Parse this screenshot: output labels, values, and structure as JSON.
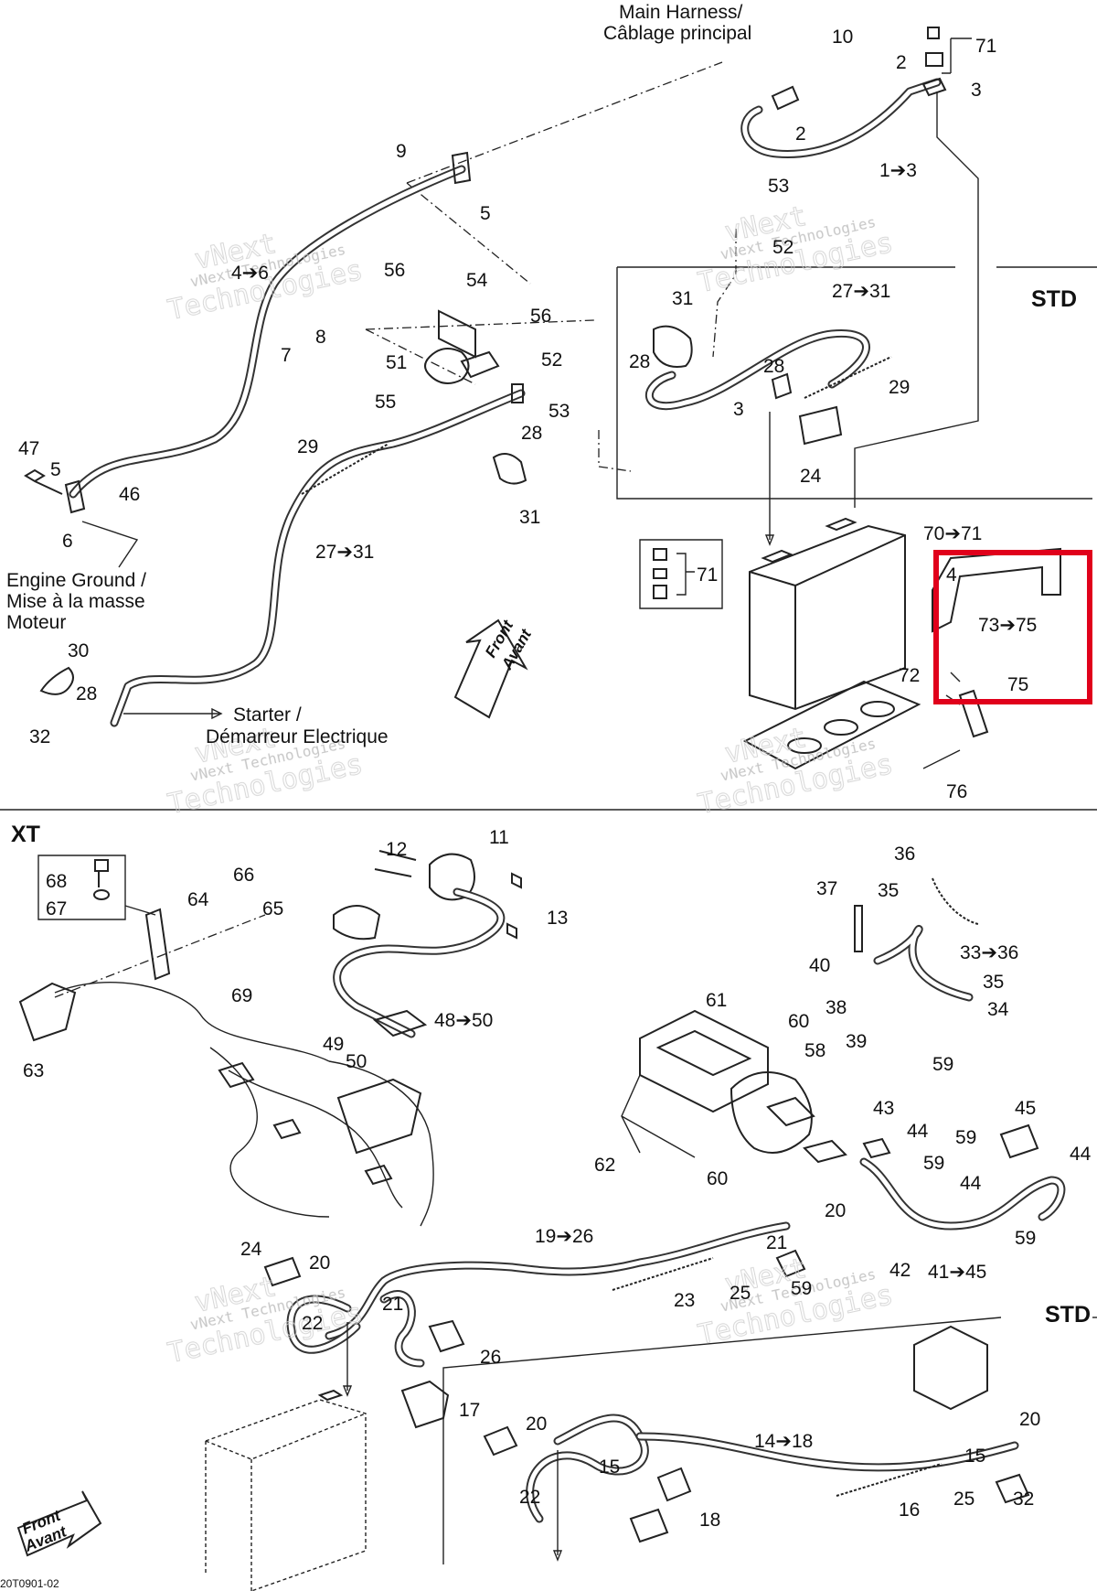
{
  "notes": {
    "main_harness": [
      "Main Harness/",
      "Câblage principal"
    ],
    "engine_ground": [
      "Engine Ground /",
      "Mise à la masse",
      "Moteur"
    ],
    "starter": [
      "Starter /",
      "Démarreur Electrique"
    ]
  },
  "sections": {
    "std_top": "STD",
    "xt": "XT",
    "std_bottom": "STD"
  },
  "arrows": {
    "top": [
      "Front",
      "Avant"
    ],
    "bottom": [
      "Front",
      "Avant"
    ]
  },
  "watermark": [
    "vNext Technologies",
    "vNext",
    "Technologies"
  ],
  "figure_code": "20T0901-02",
  "highlight": {
    "color": "#e0001b"
  },
  "labels": {
    "top_left": [
      "10",
      "71",
      "2",
      "3",
      "2",
      "1➔3",
      "9",
      "5",
      "4➔6",
      "56",
      "54",
      "56",
      "8",
      "7",
      "51",
      "52",
      "55",
      "53",
      "28",
      "29",
      "47",
      "5",
      "46",
      "6",
      "27➔31",
      "31",
      "30",
      "28",
      "32"
    ],
    "top_right_std": [
      "53",
      "52",
      "31",
      "27➔31",
      "28",
      "28",
      "29",
      "3",
      "24",
      "70➔71",
      "71",
      "4",
      "73➔75",
      "75",
      "72",
      "76"
    ],
    "xt_left": [
      "12",
      "11",
      "13",
      "68",
      "67",
      "64",
      "66",
      "65",
      "69",
      "63",
      "48➔50",
      "49",
      "50"
    ],
    "xt_right": [
      "36",
      "37",
      "35",
      "33➔36",
      "40",
      "35",
      "38",
      "34",
      "39",
      "59",
      "61",
      "60",
      "58",
      "62",
      "43",
      "44",
      "45",
      "59",
      "59",
      "44",
      "44",
      "60",
      "20",
      "19➔26",
      "21",
      "59",
      "59",
      "42",
      "41➔45",
      "24",
      "20",
      "23",
      "25",
      "22",
      "21",
      "26"
    ],
    "std_bottom": [
      "17",
      "20",
      "15",
      "22",
      "18",
      "14➔18",
      "15",
      "20",
      "16",
      "25",
      "32"
    ]
  }
}
